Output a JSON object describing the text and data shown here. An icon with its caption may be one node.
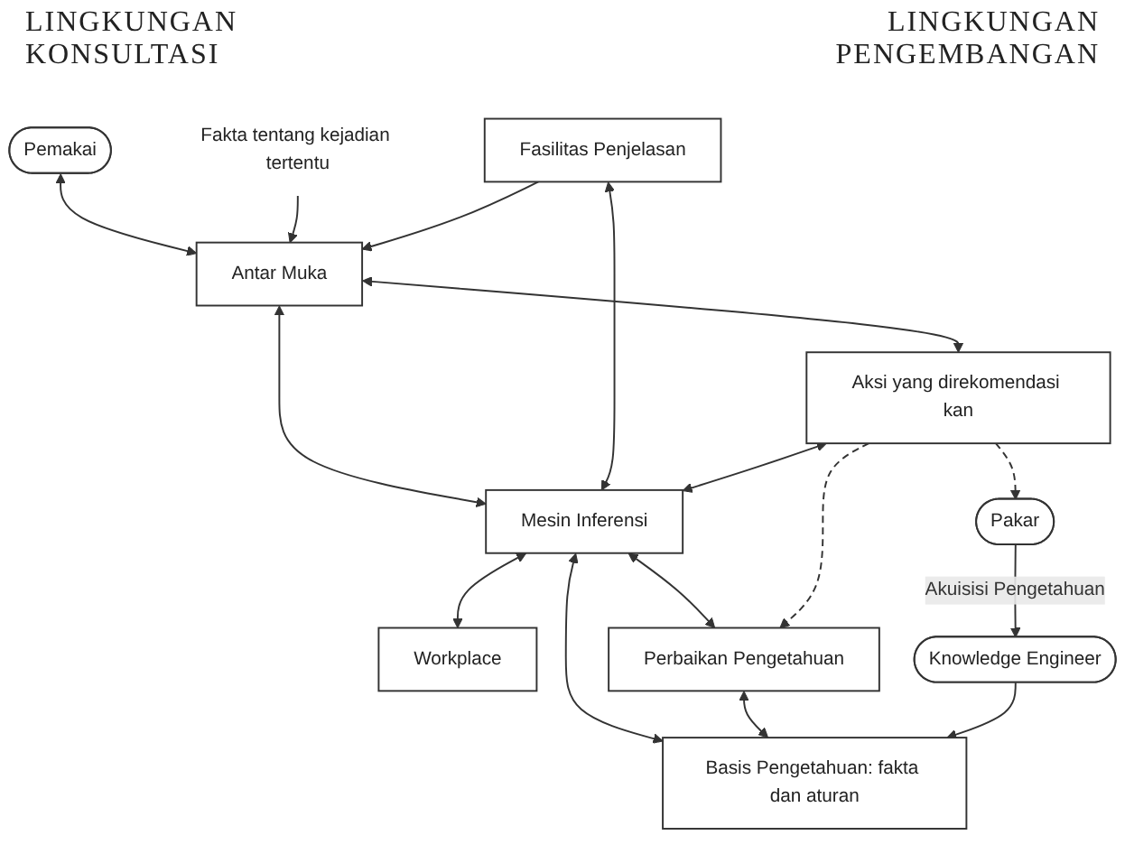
{
  "diagram": {
    "nodes": [
      {
        "text": [
          "Pemakai"
        ]
      },
      {
        "text": [
          "Fakta tentang kejadian tertentu"
        ]
      },
      {
        "text": [
          "Antar Muka"
        ]
      },
      {
        "text": [
          "Fasilitas Penjelasan"
        ]
      },
      {
        "text": [
          "Aksi yang direkomendasi kan"
        ]
      },
      {
        "text": [
          "Mesin Inferensi"
        ]
      },
      {
        "text": [
          "Workplace"
        ]
      },
      {
        "text": [
          "Basis Pengetahuan: fakta dan aturan"
        ]
      },
      {
        "text": [
          "Knowledge Engineer"
        ]
      },
      {
        "text": [
          "Pakar"
        ]
      },
      {
        "text": [
          "Perbaikan Pengetahuan"
        ]
      }
    ],
    "edges": [
      {
        "from": 0,
        "to": 2,
        "arrow": "both"
      },
      {
        "from": 1,
        "to": 2,
        "arrow": "to"
      },
      {
        "from": 2,
        "to": 4,
        "arrow": "both"
      },
      {
        "from": 2,
        "to": 5,
        "arrow": "both"
      },
      {
        "from": 3,
        "to": 2,
        "arrow": "to"
      },
      {
        "from": 3,
        "to": 5,
        "arrow": "both"
      },
      {
        "from": 4,
        "to": 5,
        "arrow": "both"
      },
      {
        "from": 5,
        "to": 6,
        "arrow": "both"
      },
      {
        "from": 5,
        "to": 7,
        "arrow": "both"
      },
      {
        "from": 10,
        "to": 7,
        "arrow": "both"
      },
      {
        "from": 8,
        "to": 7,
        "arrow": "to"
      },
      {
        "from": 9,
        "to": 8,
        "arrow": "to",
        "label": "Akuisisi Pengetahuan"
      },
      {
        "from": 5,
        "to": 10,
        "arrow": "both"
      },
      {
        "from": 4,
        "to": 10,
        "arrow": "to",
        "style": "dashed"
      },
      {
        "from": 4,
        "to": 9,
        "arrow": "to",
        "style": "dashed"
      }
    ],
    "labels": [
      "LINGKUNGAN KONSULTASI",
      "LINGKUNGAN PENGEMBANGAN"
    ]
  }
}
